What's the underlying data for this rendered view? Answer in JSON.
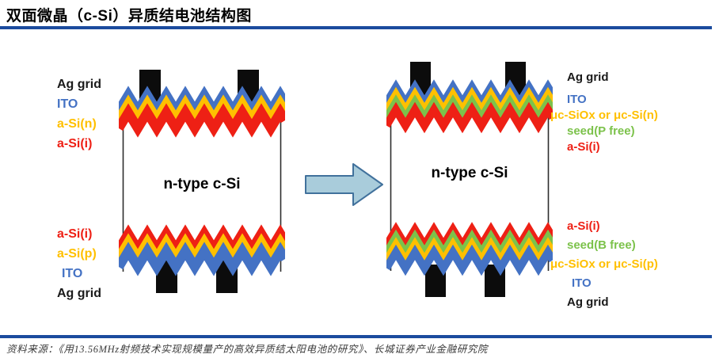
{
  "title": "双面微晶（c-Si）异质结电池结构图",
  "colors": {
    "accent_rule": "#1B4B9E",
    "layer_blue": "#4472C4",
    "layer_orange": "#FFC000",
    "layer_red": "#EE2015",
    "layer_green": "#7CC24B",
    "contact_black": "#0C0C0C",
    "arrow_fill": "#A9CCDB",
    "arrow_border": "#41719C"
  },
  "left_cell": {
    "body_label": "n-type c-Si",
    "front_labels": [
      {
        "text": "Ag grid",
        "color": "#1A1A1A"
      },
      {
        "text": "ITO",
        "color": "#4472C4"
      },
      {
        "text": "a-Si(n)",
        "color": "#FFC000"
      },
      {
        "text": "a-Si(i)",
        "color": "#EE2015"
      }
    ],
    "back_labels": [
      {
        "text": "a-Si(i)",
        "color": "#EE2015"
      },
      {
        "text": "a-Si(p)",
        "color": "#FFC000"
      },
      {
        "text": "ITO",
        "color": "#4472C4"
      },
      {
        "text": "Ag grid",
        "color": "#1A1A1A"
      }
    ]
  },
  "right_cell": {
    "body_label": "n-type c-Si",
    "front_labels": [
      {
        "text": "Ag grid",
        "color": "#1A1A1A"
      },
      {
        "text": "ITO",
        "color": "#4472C4"
      },
      {
        "text": "μc-SiOx or μc-Si(n)",
        "color": "#FFC000"
      },
      {
        "text": "seed(P free)",
        "color": "#7CC24B"
      },
      {
        "text": "a-Si(i)",
        "color": "#EE2015"
      }
    ],
    "back_labels": [
      {
        "text": "a-Si(i)",
        "color": "#EE2015"
      },
      {
        "text": "seed(B free)",
        "color": "#7CC24B"
      },
      {
        "text": "μc-SiOx or μc-Si(p)",
        "color": "#FFC000"
      },
      {
        "text": "ITO",
        "color": "#4472C4"
      },
      {
        "text": "Ag grid",
        "color": "#1A1A1A"
      }
    ]
  },
  "footer": {
    "source": "资料来源：《用13.56MHz射频技术实现规模量产的高效异质结太阳电池的研究》、长城证券产业金融研究院"
  }
}
